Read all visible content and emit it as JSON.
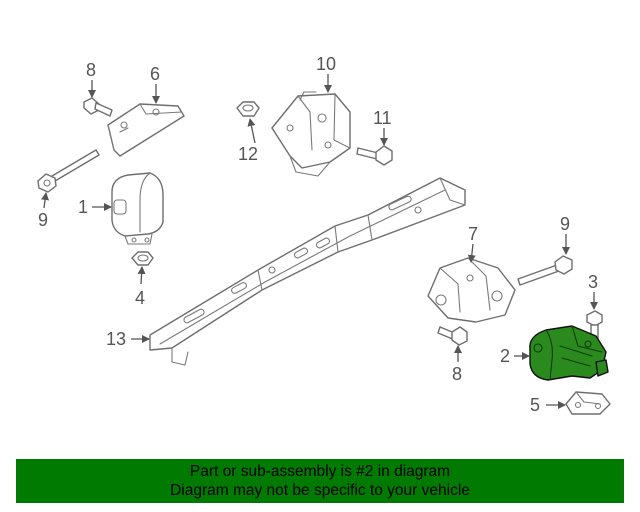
{
  "banner": {
    "line1": "Part or sub-assembly is #2 in diagram",
    "line2": "Diagram may not be specific to your vehicle",
    "color": "#007a00"
  },
  "diagram": {
    "highlight_color": "#2b8a1e",
    "callouts": {
      "c1": "1",
      "c2": "2",
      "c3": "3",
      "c4": "4",
      "c5": "5",
      "c6": "6",
      "c7": "7",
      "c8a": "8",
      "c8b": "8",
      "c9a": "9",
      "c9b": "9",
      "c10": "10",
      "c11": "11",
      "c12": "12",
      "c13": "13"
    }
  }
}
